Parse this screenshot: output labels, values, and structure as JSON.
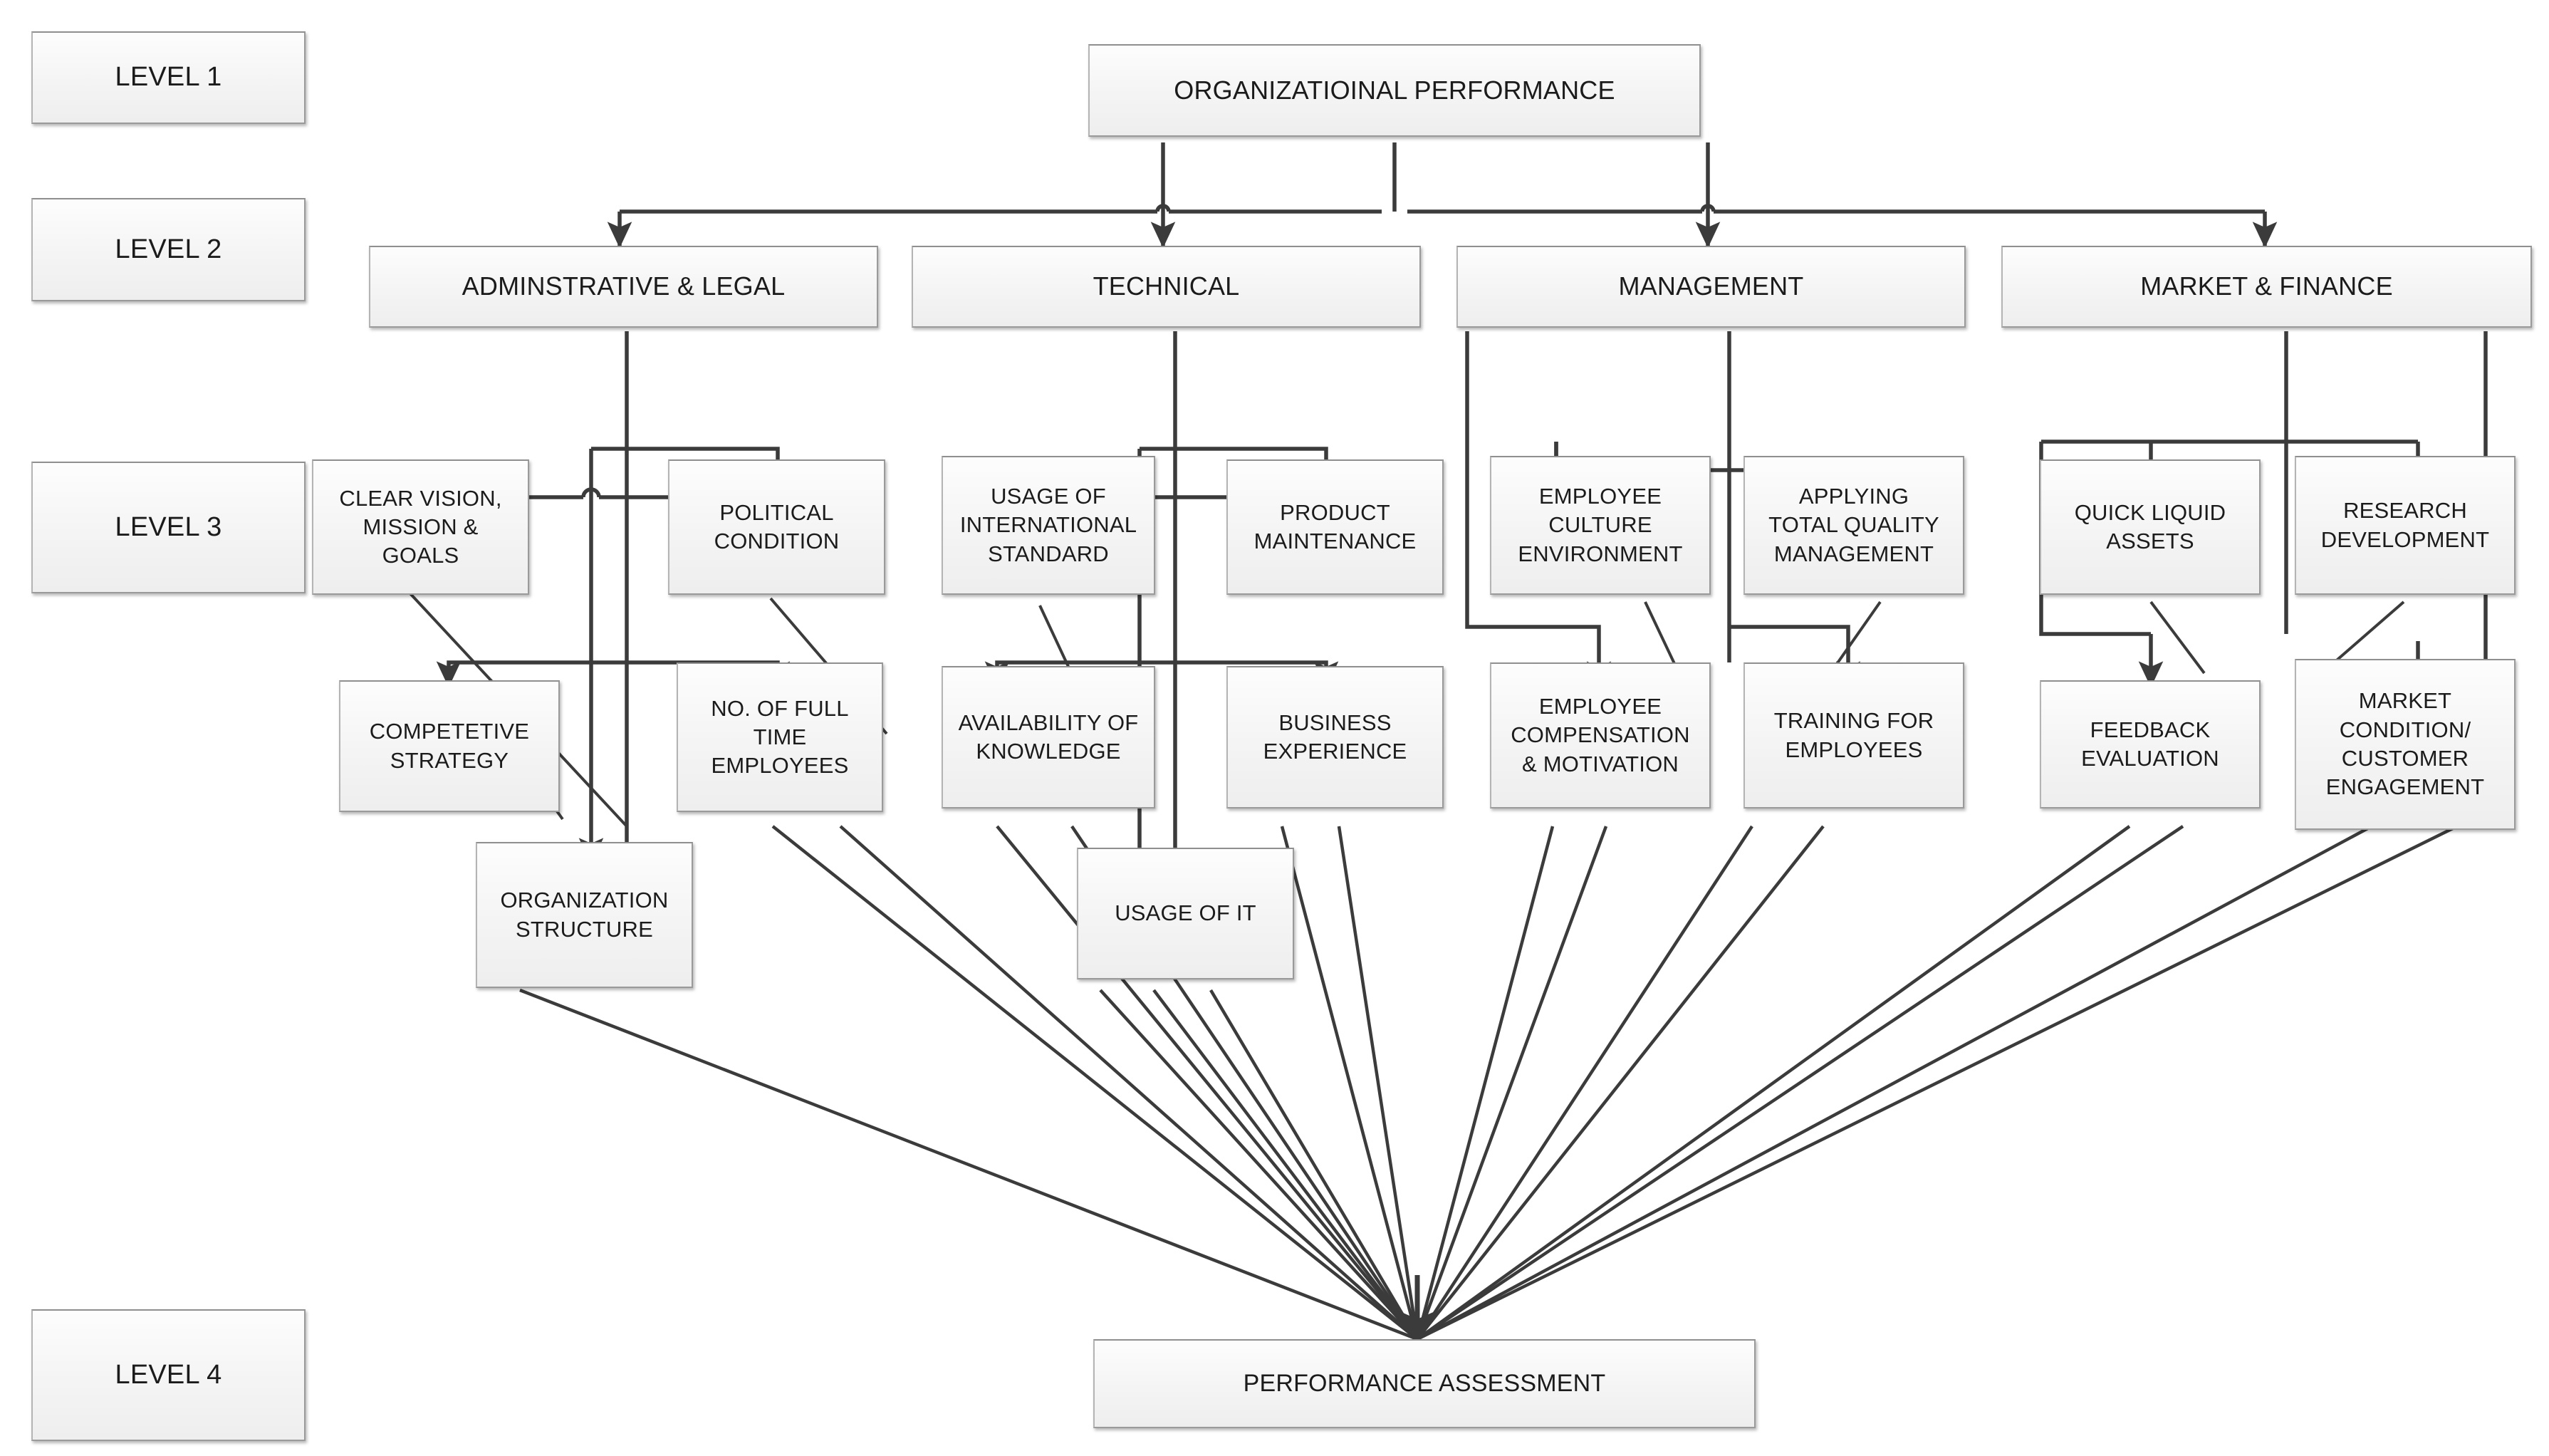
{
  "diagram": {
    "title": "Organizational Performance Hierarchy",
    "background_color": "#ffffff",
    "box_fill_color": "#f4f4f4",
    "box_border_color": "#9a9a9a",
    "line_color": "#3b3b3b",
    "text_color": "#1b1b1b"
  },
  "level_labels": [
    {
      "id": "level-1",
      "text": "LEVEL 1"
    },
    {
      "id": "level-2",
      "text": "LEVEL 2"
    },
    {
      "id": "level-3",
      "text": "LEVEL 3"
    },
    {
      "id": "level-4",
      "text": "LEVEL 4"
    }
  ],
  "level1": {
    "root": "ORGANIZATIOINAL PERFORMANCE"
  },
  "level2": {
    "categories": [
      "ADMINSTRATIVE & LEGAL",
      "TECHNICAL",
      "MANAGEMENT",
      "MARKET & FINANCE"
    ]
  },
  "level3": {
    "administrative_legal": [
      "CLEAR VISION,\nMISSION &\nGOALS",
      "POLITICAL\nCONDITION",
      "COMPETETIVE\nSTRATEGY",
      "NO. OF FULL\nTIME\nEMPLOYEES",
      "ORGANIZATION\nSTRUCTURE"
    ],
    "technical": [
      "USAGE OF\nINTERNATIONAL\nSTANDARD",
      "PRODUCT\nMAINTENANCE",
      "AVAILABILITY OF\nKNOWLEDGE",
      "BUSINESS\nEXPERIENCE",
      "USAGE OF IT"
    ],
    "management": [
      "EMPLOYEE\nCULTURE\nENVIRONMENT",
      "APPLYING\nTOTAL QUALITY\nMANAGEMENT",
      "EMPLOYEE\nCOMPENSATION\n& MOTIVATION",
      "TRAINING FOR\nEMPLOYEES"
    ],
    "market_finance": [
      "QUICK LIQUID\nASSETS",
      "RESEARCH\nDEVELOPMENT",
      "FEEDBACK\nEVALUATION",
      "MARKET\nCONDITION/\nCUSTOMER\nENGAGEMENT"
    ]
  },
  "level4": {
    "assessment": "PERFORMANCE ASSESSMENT"
  }
}
